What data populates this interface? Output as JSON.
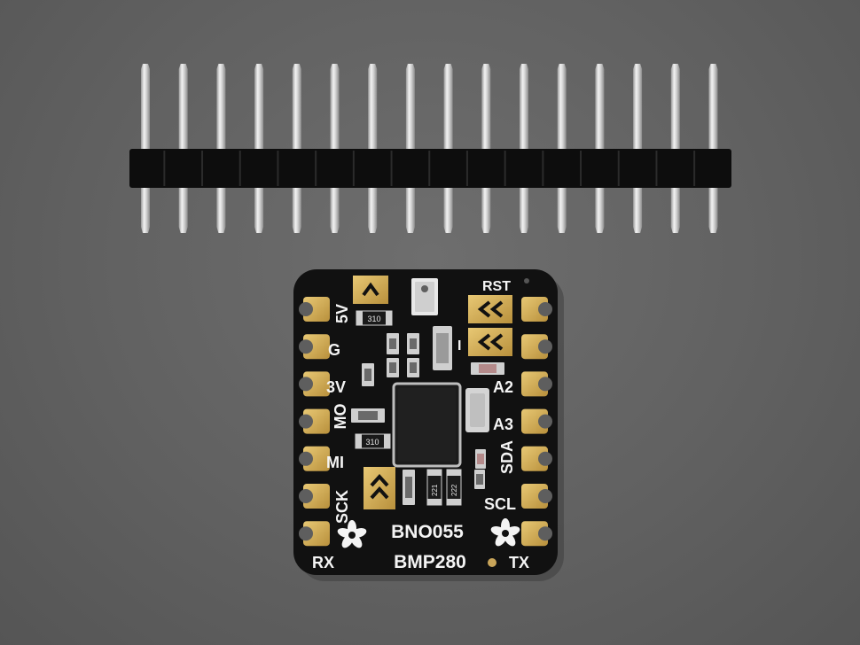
{
  "header": {
    "pin_count": 16
  },
  "board": {
    "left_pins": [
      "5V",
      "G",
      "3V",
      "MO",
      "MI",
      "SCK",
      "RX"
    ],
    "right_pins": [
      "RST",
      "I",
      "A2",
      "A3",
      "SDA",
      "SCL",
      "TX"
    ],
    "chips": [
      "BNO055",
      "BMP280"
    ],
    "component_marks": [
      "310",
      "310",
      "221",
      "222"
    ]
  },
  "colors": {
    "background": "#616161",
    "pcb": "#111111",
    "gold": "#d9b45a",
    "silkscreen": "#f4f4f4",
    "pin_metal": "#d8d8d8",
    "header_plastic": "#0d0d0d"
  }
}
